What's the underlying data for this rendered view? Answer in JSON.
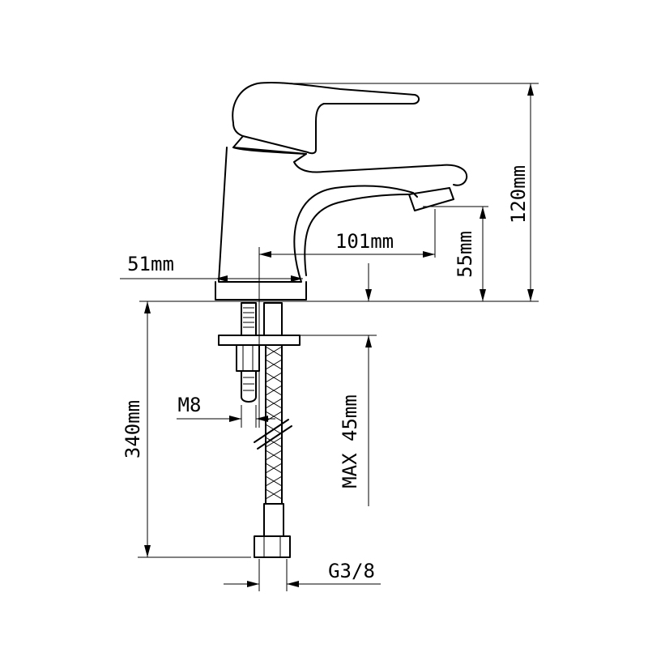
{
  "dimensions": {
    "base_width": "51mm",
    "spout_reach": "101mm",
    "spout_height": "55mm",
    "total_height": "120mm",
    "hose_length": "340mm",
    "max_thickness": "MAX 45mm",
    "thread_rod": "M8",
    "hose_connection": "G3/8"
  }
}
